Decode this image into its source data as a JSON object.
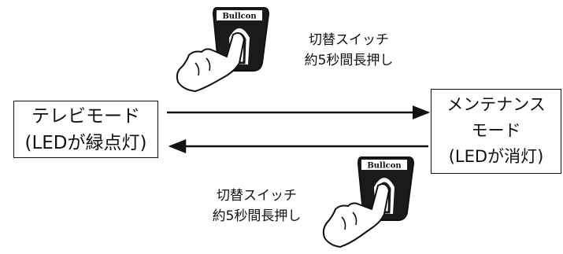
{
  "tv_mode": {
    "title": "テレビモード",
    "led_state": "(LEDが緑点灯)"
  },
  "maintenance_mode": {
    "title_line1": "メンテナンス",
    "title_line2": "モード",
    "led_state": "(LEDが消灯)"
  },
  "transition_to_maintenance": {
    "line1": "切替スイッチ",
    "line2": "約5秒間長押し"
  },
  "transition_to_tv": {
    "line1": "切替スイッチ",
    "line2": "約5秒間長押し"
  },
  "device": {
    "brand": "Bullcon"
  }
}
